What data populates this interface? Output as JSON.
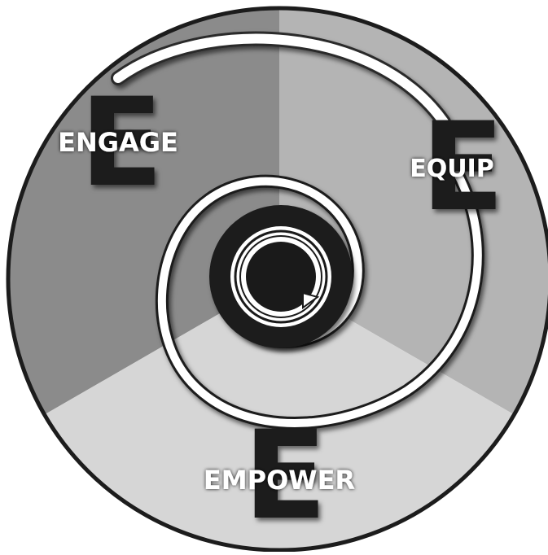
{
  "diagram": {
    "segments": [
      {
        "label": "ENGAGE",
        "letter": "E",
        "color": "#8b8b8b"
      },
      {
        "label": "EQUIP",
        "letter": "E",
        "color": "#b4b4b4"
      },
      {
        "label": "EMPOWER",
        "letter": "E",
        "color": "#d6d6d6"
      }
    ],
    "outline_color": "#1c1c1c",
    "spiral_color": "#ffffff",
    "core_color": "#1a1a1a"
  }
}
